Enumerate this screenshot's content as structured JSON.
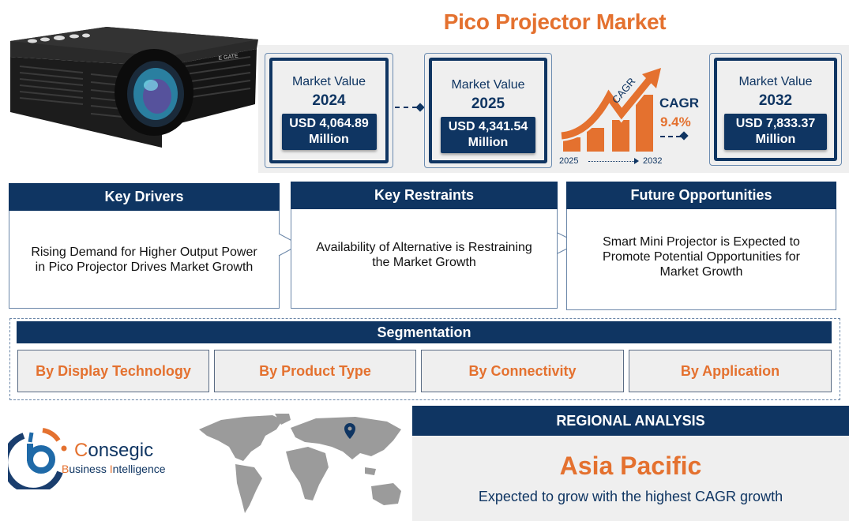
{
  "title": "Pico Projector Market",
  "product_image": {
    "alt": "pico-projector",
    "brand_mark": "E GATE"
  },
  "market_values": [
    {
      "label": "Market Value",
      "year": "2024",
      "value_line1": "USD 4,064.89",
      "value_line2": "Million"
    },
    {
      "label": "Market Value",
      "year": "2025",
      "value_line1": "USD 4,341.54",
      "value_line2": "Million"
    },
    {
      "label": "Market Value",
      "year": "2032",
      "value_line1": "USD 7,833.37",
      "value_line2": "Million"
    }
  ],
  "cagr": {
    "graphic_text": "CAGR",
    "label": "CAGR",
    "value": "9.4%",
    "start_year": "2025",
    "end_year": "2032"
  },
  "info_boxes": [
    {
      "heading": "Key Drivers",
      "text": "Rising Demand for Higher Output Power in Pico Projector Drives Market Growth"
    },
    {
      "heading": "Key Restraints",
      "text": "Availability of Alternative is Restraining the Market Growth"
    },
    {
      "heading": "Future Opportunities",
      "text": "Smart Mini Projector is Expected to Promote Potential Opportunities for Market Growth"
    }
  ],
  "segmentation": {
    "heading": "Segmentation",
    "items": [
      "By Display Technology",
      "By Product Type",
      "By Connectivity",
      "By Application"
    ]
  },
  "brand": {
    "name_initial": "C",
    "name_rest": "onsegic",
    "sub_b": "B",
    "sub_usiness": "usiness ",
    "sub_i": "I",
    "sub_ntelligence": "ntelligence"
  },
  "regional": {
    "heading": "REGIONAL ANALYSIS",
    "region": "Asia Pacific",
    "description": "Expected to grow with the highest CAGR growth"
  },
  "colors": {
    "navy": "#0f3562",
    "orange": "#e4712f",
    "panel_gray": "#efefef",
    "map_gray": "#9b9b9b"
  }
}
